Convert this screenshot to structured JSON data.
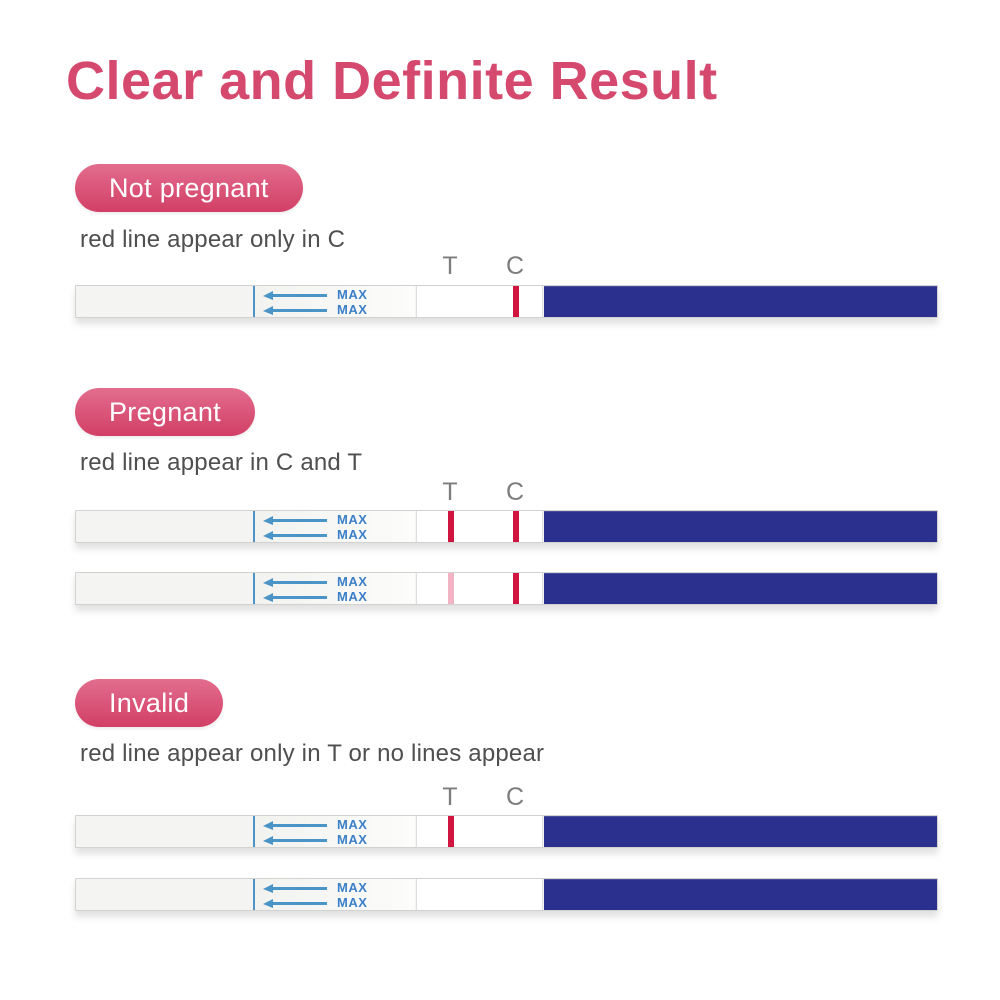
{
  "title": "Clear and Definite Result",
  "colors": {
    "accent": "#d6496f",
    "badge_top": "#e26d8d",
    "badge_bottom": "#d23f66",
    "text": "#4f4f4f",
    "label_gray": "#7d7d7d",
    "navy": "#2b2f8e",
    "red_strong": "#d01540",
    "red_faint": "#f2b4c4",
    "arrow_blue": "#4a94c8",
    "max_blue": "#3b7fc8"
  },
  "strip_labels": {
    "t": "T",
    "c": "C",
    "max": "MAX"
  },
  "sections": [
    {
      "badge": "Not pregnant",
      "description": "red line appear only in C",
      "strips": [
        {
          "t_line": "none",
          "c_line": "strong"
        }
      ]
    },
    {
      "badge": "Pregnant",
      "description": "red line appear in C and T",
      "strips": [
        {
          "t_line": "strong",
          "c_line": "strong"
        },
        {
          "t_line": "faint",
          "c_line": "strong"
        }
      ]
    },
    {
      "badge": "Invalid",
      "description": "red line appear only in T or no lines appear",
      "strips": [
        {
          "t_line": "strong",
          "c_line": "none"
        },
        {
          "t_line": "none",
          "c_line": "none"
        }
      ]
    }
  ]
}
